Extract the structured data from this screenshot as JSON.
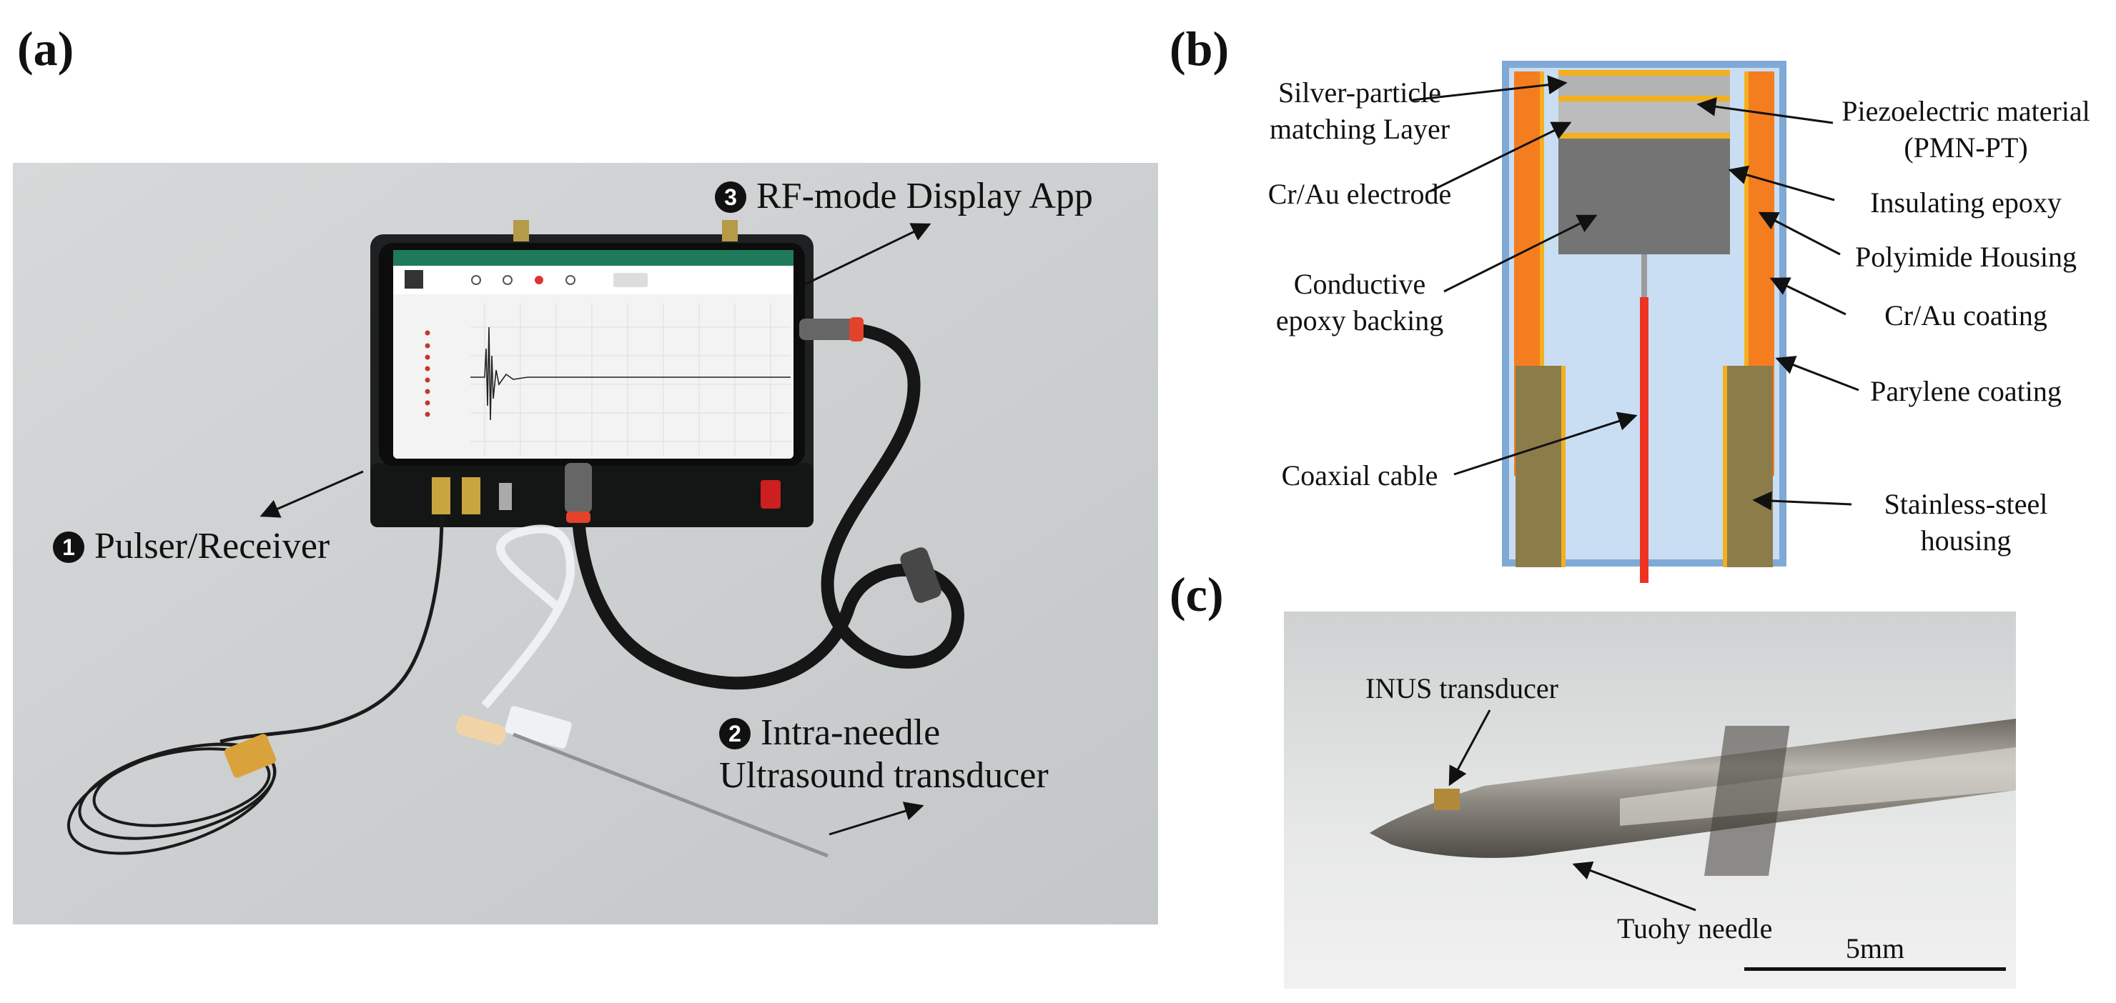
{
  "panels": {
    "a": {
      "label": "(a)",
      "callouts": [
        {
          "num": "3",
          "text": "RF-mode Display App"
        },
        {
          "num": "1",
          "text": "Pulser/Receiver"
        },
        {
          "num": "2",
          "line1": "Intra-needle",
          "line2": "Ultrasound transducer"
        }
      ]
    },
    "b": {
      "label": "(b)",
      "left_labels": [
        {
          "line1": "Silver-particle",
          "line2": "matching Layer"
        },
        {
          "text": "Cr/Au electrode"
        },
        {
          "line1": "Conductive",
          "line2": "epoxy backing"
        },
        {
          "text": "Coaxial cable"
        }
      ],
      "right_labels": [
        {
          "line1": "Piezoelectric material",
          "line2": "(PMN-PT)"
        },
        {
          "text": "Insulating epoxy"
        },
        {
          "text": "Polyimide Housing"
        },
        {
          "text": "Cr/Au coating"
        },
        {
          "text": "Parylene coating"
        },
        {
          "line1": "Stainless-steel",
          "line2": "housing"
        }
      ]
    },
    "c": {
      "label": "(c)",
      "labels": {
        "transducer": "INUS transducer",
        "needle": "Tuohy needle",
        "scale": "5mm"
      }
    }
  },
  "colors": {
    "photo_background": "#cfd2d3",
    "device_body": "#1f2021",
    "screen": "#f3f3f3",
    "cable_accent": "#e2432a",
    "parylene_outline": "#7faad6",
    "inner_fill": "#c9def2",
    "polyimide": "#f47d20",
    "electrode": "#f3b01e",
    "backing": "#747474",
    "stainless_steel": "#8c7c4a",
    "coax": "#ee3322"
  }
}
